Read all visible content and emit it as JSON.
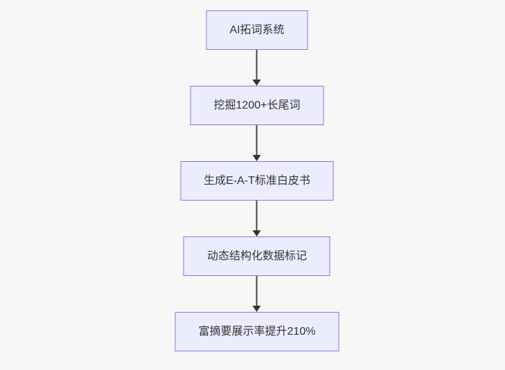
{
  "colors": {
    "background": "#f7f7f7",
    "node_fill": "#ececff",
    "node_border": "#9370db",
    "arrow": "#333333",
    "text": "#333333"
  },
  "flowchart": {
    "type": "flowchart",
    "direction": "top-down",
    "nodes": [
      {
        "label": "AI拓词系统"
      },
      {
        "label": "挖掘1200+长尾词"
      },
      {
        "label": "生成E-A-T标准白皮书"
      },
      {
        "label": "动态结构化数据标记"
      },
      {
        "label": "富摘要展示率提升210%"
      }
    ],
    "edges": [
      {
        "from": 0,
        "to": 1
      },
      {
        "from": 1,
        "to": 2
      },
      {
        "from": 2,
        "to": 3
      },
      {
        "from": 3,
        "to": 4
      }
    ]
  }
}
